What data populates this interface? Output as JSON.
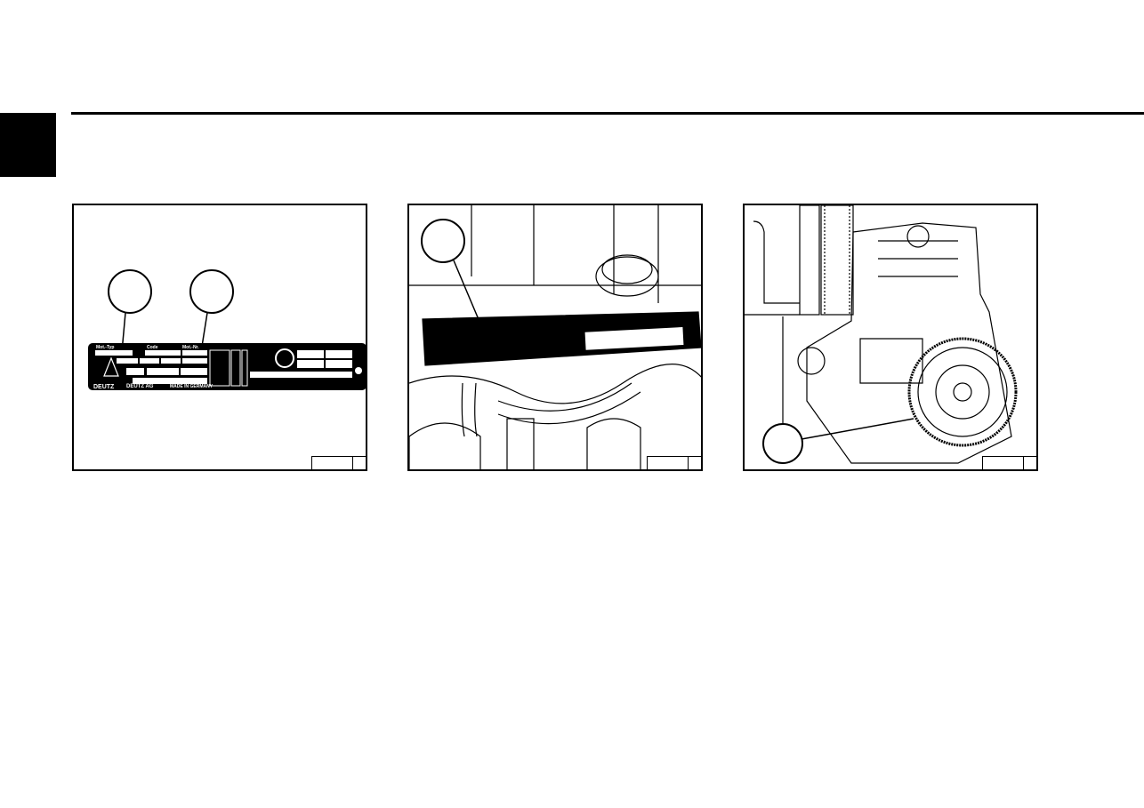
{
  "figures": [
    {
      "nameplate": {
        "brand": "DEUTZ",
        "company": "DEUTZ AG",
        "origin": "MADE IN GERMANY",
        "fields": [
          "Mot.-Typ",
          "Code",
          "Mot.-Nr."
        ]
      }
    },
    {},
    {}
  ],
  "colors": {
    "ink": "#000000",
    "paper": "#ffffff"
  }
}
